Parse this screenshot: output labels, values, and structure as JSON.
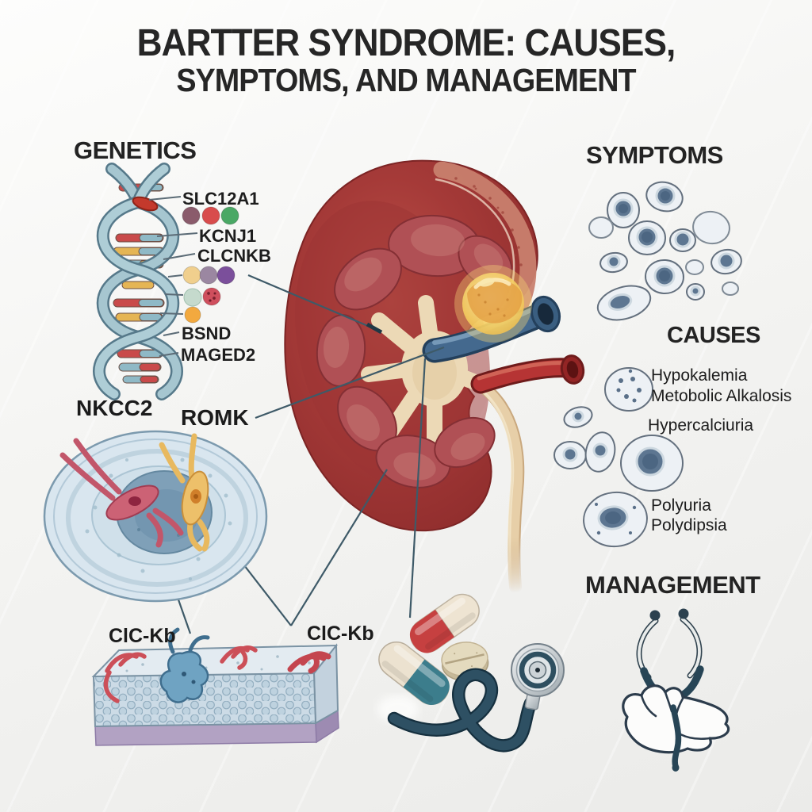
{
  "title": {
    "line1": "BARTTER SYNDROME: CAUSES,",
    "line2": "SYMPTOMS, AND MANAGEMENT"
  },
  "sections": {
    "genetics": {
      "heading": "GENETICS",
      "gene_labels": [
        "SLC12A1",
        "KCNJ1",
        "CLCNKB",
        "BSND",
        "MAGED2"
      ]
    },
    "symptoms": {
      "heading": "SYMPTOMS"
    },
    "causes": {
      "heading": "CAUSES",
      "items": [
        "Hypokalemia",
        "Metobolic Alkalosis",
        "Hypercalciuria",
        "Polyuria",
        "Polydipsia"
      ]
    },
    "management": {
      "heading": "MANAGEMENT"
    }
  },
  "protein_labels": {
    "nkcc2": "NKCC2",
    "romk": "ROMK",
    "clckb_left": "ClC-Kb",
    "clckb_right": "ClC-Kb"
  },
  "illustrations": [
    "dna-helix-icon",
    "gene-variant-dots",
    "kidney-cross-section",
    "renal-vein",
    "renal-artery",
    "ureter",
    "adrenal-highlight",
    "symptom-cell-cluster",
    "cause-cell-cluster",
    "tubule-cell",
    "membrane-bilayer",
    "capsule-pills",
    "tablet-pill",
    "stethoscope",
    "hand-holding-stethoscope"
  ],
  "colors": {
    "background": "#f3f3f1",
    "heading_text": "#232323",
    "body_text": "#1c1c1c",
    "kidney_red": "#a53a38",
    "renal_vein_blue": "#44698e",
    "renal_artery_red": "#b63434",
    "dna_strand": "#a6c6d0",
    "cell_fill": "#edf1f5",
    "nucleus_blue": "#5d7691",
    "membrane_base_purple": "#b2a2c3",
    "capsule_red": "#c64040",
    "capsule_teal": "#3c7d8c",
    "stethoscope_teal": "#2e5063",
    "adrenal_yellow": "#f5cf63",
    "connector_line": "#3e5a68",
    "gene_dot_colors": [
      "#8a5b6b",
      "#d84c4c",
      "#4aa865",
      "#f0cf8d",
      "#9b87a1",
      "#7b4f9b",
      "#c5dacd",
      "#cf4f5d",
      "#f2a93f"
    ]
  }
}
